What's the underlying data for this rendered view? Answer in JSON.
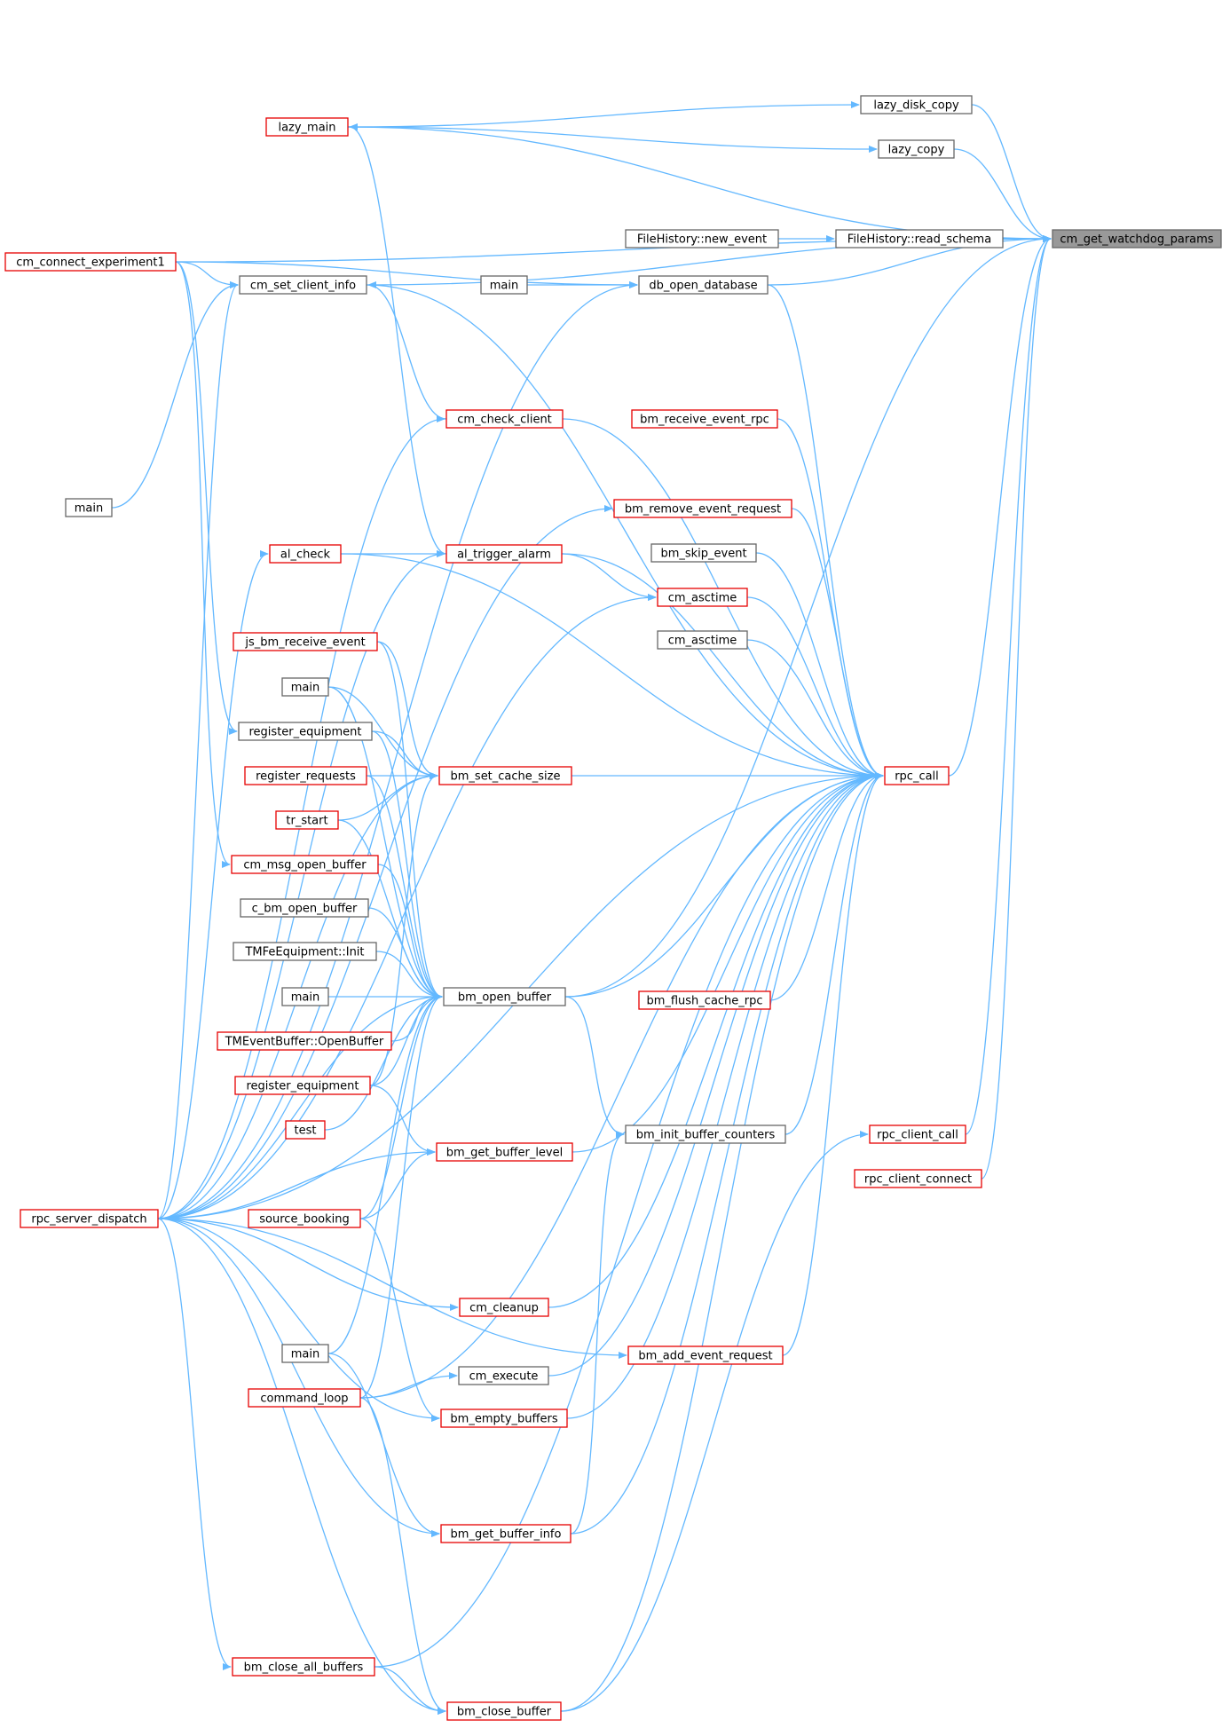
{
  "colors": {
    "edge": "#63b8ff",
    "node_border_red": "#e60000",
    "node_border_gray": "#666666",
    "node_fill_root": "#999999",
    "node_fill": "#ffffff"
  },
  "nodes": [
    {
      "id": "root",
      "label": "cm_get_watchdog_params",
      "style": "root"
    },
    {
      "id": "lazy_main",
      "label": "lazy_main",
      "style": "red"
    },
    {
      "id": "lazy_disk_copy",
      "label": "lazy_disk_copy",
      "style": "gray"
    },
    {
      "id": "lazy_copy",
      "label": "lazy_copy",
      "style": "gray"
    },
    {
      "id": "cm_connect_experiment1",
      "label": "cm_connect_experiment1",
      "style": "red"
    },
    {
      "id": "fh_new_event",
      "label": "FileHistory::new_event",
      "style": "gray"
    },
    {
      "id": "fh_read_schema",
      "label": "FileHistory::read_schema",
      "style": "gray"
    },
    {
      "id": "cm_set_client_info",
      "label": "cm_set_client_info",
      "style": "gray"
    },
    {
      "id": "main_db",
      "label": "main",
      "style": "gray"
    },
    {
      "id": "db_open_database",
      "label": "db_open_database",
      "style": "gray"
    },
    {
      "id": "cm_check_client",
      "label": "cm_check_client",
      "style": "red"
    },
    {
      "id": "bm_receive_event_rpc",
      "label": "bm_receive_event_rpc",
      "style": "red"
    },
    {
      "id": "main_left",
      "label": "main",
      "style": "gray"
    },
    {
      "id": "bm_remove_event_request",
      "label": "bm_remove_event_request",
      "style": "red"
    },
    {
      "id": "bm_skip_event",
      "label": "bm_skip_event",
      "style": "gray"
    },
    {
      "id": "al_check",
      "label": "al_check",
      "style": "red"
    },
    {
      "id": "al_trigger_alarm",
      "label": "al_trigger_alarm",
      "style": "red"
    },
    {
      "id": "cm_asctime_red",
      "label": "cm_asctime",
      "style": "red"
    },
    {
      "id": "js_bm_receive_event",
      "label": "js_bm_receive_event",
      "style": "red"
    },
    {
      "id": "cm_asctime_gray",
      "label": "cm_asctime",
      "style": "gray"
    },
    {
      "id": "main_cache",
      "label": "main",
      "style": "gray"
    },
    {
      "id": "register_equipment1",
      "label": "register_equipment",
      "style": "gray"
    },
    {
      "id": "register_requests",
      "label": "register_requests",
      "style": "red"
    },
    {
      "id": "bm_set_cache_size",
      "label": "bm_set_cache_size",
      "style": "red"
    },
    {
      "id": "rpc_call",
      "label": "rpc_call",
      "style": "red"
    },
    {
      "id": "tr_start",
      "label": "tr_start",
      "style": "red"
    },
    {
      "id": "cm_msg_open_buffer",
      "label": "cm_msg_open_buffer",
      "style": "red"
    },
    {
      "id": "c_bm_open_buffer",
      "label": "c_bm_open_buffer",
      "style": "gray"
    },
    {
      "id": "tmfe_init",
      "label": "TMFeEquipment::Init",
      "style": "gray"
    },
    {
      "id": "main_open",
      "label": "main",
      "style": "gray"
    },
    {
      "id": "bm_open_buffer",
      "label": "bm_open_buffer",
      "style": "gray"
    },
    {
      "id": "bm_flush_cache_rpc",
      "label": "bm_flush_cache_rpc",
      "style": "red"
    },
    {
      "id": "tmevent_openbuffer",
      "label": "TMEventBuffer::OpenBuffer",
      "style": "red"
    },
    {
      "id": "register_equipment2",
      "label": "register_equipment",
      "style": "red"
    },
    {
      "id": "test",
      "label": "test",
      "style": "red"
    },
    {
      "id": "bm_init_buffer_counters",
      "label": "bm_init_buffer_counters",
      "style": "gray"
    },
    {
      "id": "rpc_client_call",
      "label": "rpc_client_call",
      "style": "red"
    },
    {
      "id": "bm_get_buffer_level",
      "label": "bm_get_buffer_level",
      "style": "red"
    },
    {
      "id": "rpc_client_connect",
      "label": "rpc_client_connect",
      "style": "red"
    },
    {
      "id": "rpc_server_dispatch",
      "label": "rpc_server_dispatch",
      "style": "red"
    },
    {
      "id": "source_booking",
      "label": "source_booking",
      "style": "red"
    },
    {
      "id": "cm_cleanup",
      "label": "cm_cleanup",
      "style": "red"
    },
    {
      "id": "bm_add_event_request",
      "label": "bm_add_event_request",
      "style": "red"
    },
    {
      "id": "main_exec",
      "label": "main",
      "style": "gray"
    },
    {
      "id": "cm_execute",
      "label": "cm_execute",
      "style": "gray"
    },
    {
      "id": "command_loop",
      "label": "command_loop",
      "style": "red"
    },
    {
      "id": "bm_empty_buffers",
      "label": "bm_empty_buffers",
      "style": "red"
    },
    {
      "id": "bm_get_buffer_info",
      "label": "bm_get_buffer_info",
      "style": "red"
    },
    {
      "id": "bm_close_all_buffers",
      "label": "bm_close_all_buffers",
      "style": "red"
    },
    {
      "id": "bm_close_buffer",
      "label": "bm_close_buffer",
      "style": "red"
    }
  ],
  "edges": [
    [
      "lazy_main",
      "root"
    ],
    [
      "lazy_disk_copy",
      "root"
    ],
    [
      "lazy_copy",
      "root"
    ],
    [
      "cm_connect_experiment1",
      "root"
    ],
    [
      "fh_read_schema",
      "root"
    ],
    [
      "cm_set_client_info",
      "root"
    ],
    [
      "db_open_database",
      "root"
    ],
    [
      "rpc_call",
      "root"
    ],
    [
      "bm_open_buffer",
      "root"
    ],
    [
      "rpc_client_call",
      "root"
    ],
    [
      "rpc_client_connect",
      "root"
    ],
    [
      "lazy_main",
      "lazy_disk_copy"
    ],
    [
      "lazy_main",
      "lazy_copy"
    ],
    [
      "fh_new_event",
      "fh_read_schema"
    ],
    [
      "cm_connect_experiment1",
      "cm_set_client_info"
    ],
    [
      "cm_connect_experiment1",
      "db_open_database"
    ],
    [
      "main_db",
      "db_open_database"
    ],
    [
      "rpc_server_dispatch",
      "db_open_database"
    ],
    [
      "cm_check_client",
      "cm_set_client_info"
    ],
    [
      "rpc_server_dispatch",
      "cm_set_client_info"
    ],
    [
      "main_left",
      "cm_set_client_info"
    ],
    [
      "al_trigger_alarm",
      "lazy_main"
    ],
    [
      "cm_connect_experiment1",
      "register_equipment1"
    ],
    [
      "rpc_server_dispatch",
      "cm_check_client"
    ],
    [
      "rpc_server_dispatch",
      "bm_remove_event_request"
    ],
    [
      "rpc_server_dispatch",
      "al_trigger_alarm"
    ],
    [
      "al_check",
      "al_trigger_alarm"
    ],
    [
      "rpc_server_dispatch",
      "al_check"
    ],
    [
      "al_trigger_alarm",
      "cm_asctime_red"
    ],
    [
      "rpc_server_dispatch",
      "cm_asctime_red"
    ],
    [
      "cm_connect_experiment1",
      "cm_msg_open_buffer"
    ],
    [
      "js_bm_receive_event",
      "bm_set_cache_size"
    ],
    [
      "main_cache",
      "bm_set_cache_size"
    ],
    [
      "register_equipment1",
      "bm_set_cache_size"
    ],
    [
      "register_requests",
      "bm_set_cache_size"
    ],
    [
      "tr_start",
      "bm_set_cache_size"
    ],
    [
      "register_equipment2",
      "bm_set_cache_size"
    ],
    [
      "rpc_server_dispatch",
      "bm_set_cache_size"
    ],
    [
      "js_bm_receive_event",
      "bm_open_buffer"
    ],
    [
      "main_cache",
      "bm_open_buffer"
    ],
    [
      "register_equipment1",
      "bm_open_buffer"
    ],
    [
      "register_requests",
      "bm_open_buffer"
    ],
    [
      "tr_start",
      "bm_open_buffer"
    ],
    [
      "cm_msg_open_buffer",
      "bm_open_buffer"
    ],
    [
      "c_bm_open_buffer",
      "bm_open_buffer"
    ],
    [
      "tmfe_init",
      "bm_open_buffer"
    ],
    [
      "main_open",
      "bm_open_buffer"
    ],
    [
      "tmevent_openbuffer",
      "bm_open_buffer"
    ],
    [
      "register_equipment2",
      "bm_open_buffer"
    ],
    [
      "test",
      "bm_open_buffer"
    ],
    [
      "rpc_server_dispatch",
      "bm_open_buffer"
    ],
    [
      "source_booking",
      "bm_open_buffer"
    ],
    [
      "main_exec",
      "bm_open_buffer"
    ],
    [
      "command_loop",
      "bm_open_buffer"
    ],
    [
      "bm_open_buffer",
      "bm_init_buffer_counters"
    ],
    [
      "bm_get_buffer_info",
      "bm_init_buffer_counters"
    ],
    [
      "register_equipment2",
      "bm_get_buffer_level"
    ],
    [
      "rpc_server_dispatch",
      "bm_get_buffer_level"
    ],
    [
      "source_booking",
      "bm_get_buffer_level"
    ],
    [
      "rpc_server_dispatch",
      "cm_cleanup"
    ],
    [
      "command_loop",
      "cm_execute"
    ],
    [
      "main_exec",
      "bm_get_buffer_info"
    ],
    [
      "rpc_server_dispatch",
      "bm_empty_buffers"
    ],
    [
      "source_booking",
      "bm_empty_buffers"
    ],
    [
      "rpc_server_dispatch",
      "bm_get_buffer_info"
    ],
    [
      "rpc_server_dispatch",
      "bm_close_all_buffers"
    ],
    [
      "bm_close_all_buffers",
      "bm_close_buffer"
    ],
    [
      "rpc_server_dispatch",
      "bm_close_buffer"
    ],
    [
      "command_loop",
      "bm_close_buffer"
    ],
    [
      "rpc_server_dispatch",
      "bm_add_event_request"
    ],
    [
      "cm_set_client_info",
      "rpc_call"
    ],
    [
      "db_open_database",
      "rpc_call"
    ],
    [
      "cm_check_client",
      "rpc_call"
    ],
    [
      "bm_receive_event_rpc",
      "rpc_call"
    ],
    [
      "bm_remove_event_request",
      "rpc_call"
    ],
    [
      "bm_skip_event",
      "rpc_call"
    ],
    [
      "cm_asctime_red",
      "rpc_call"
    ],
    [
      "al_trigger_alarm",
      "rpc_call"
    ],
    [
      "al_check",
      "rpc_call"
    ],
    [
      "cm_asctime_gray",
      "rpc_call"
    ],
    [
      "bm_set_cache_size",
      "rpc_call"
    ],
    [
      "bm_open_buffer",
      "rpc_call"
    ],
    [
      "bm_flush_cache_rpc",
      "rpc_call"
    ],
    [
      "bm_init_buffer_counters",
      "rpc_call"
    ],
    [
      "bm_get_buffer_level",
      "rpc_call"
    ],
    [
      "cm_cleanup",
      "rpc_call"
    ],
    [
      "bm_add_event_request",
      "rpc_call"
    ],
    [
      "cm_execute",
      "rpc_call"
    ],
    [
      "bm_empty_buffers",
      "rpc_call"
    ],
    [
      "bm_get_buffer_info",
      "rpc_call"
    ],
    [
      "bm_close_all_buffers",
      "rpc_call"
    ],
    [
      "bm_close_buffer",
      "rpc_call"
    ],
    [
      "command_loop",
      "rpc_call"
    ],
    [
      "rpc_server_dispatch",
      "rpc_call"
    ],
    [
      "bm_close_buffer",
      "rpc_client_call"
    ]
  ]
}
